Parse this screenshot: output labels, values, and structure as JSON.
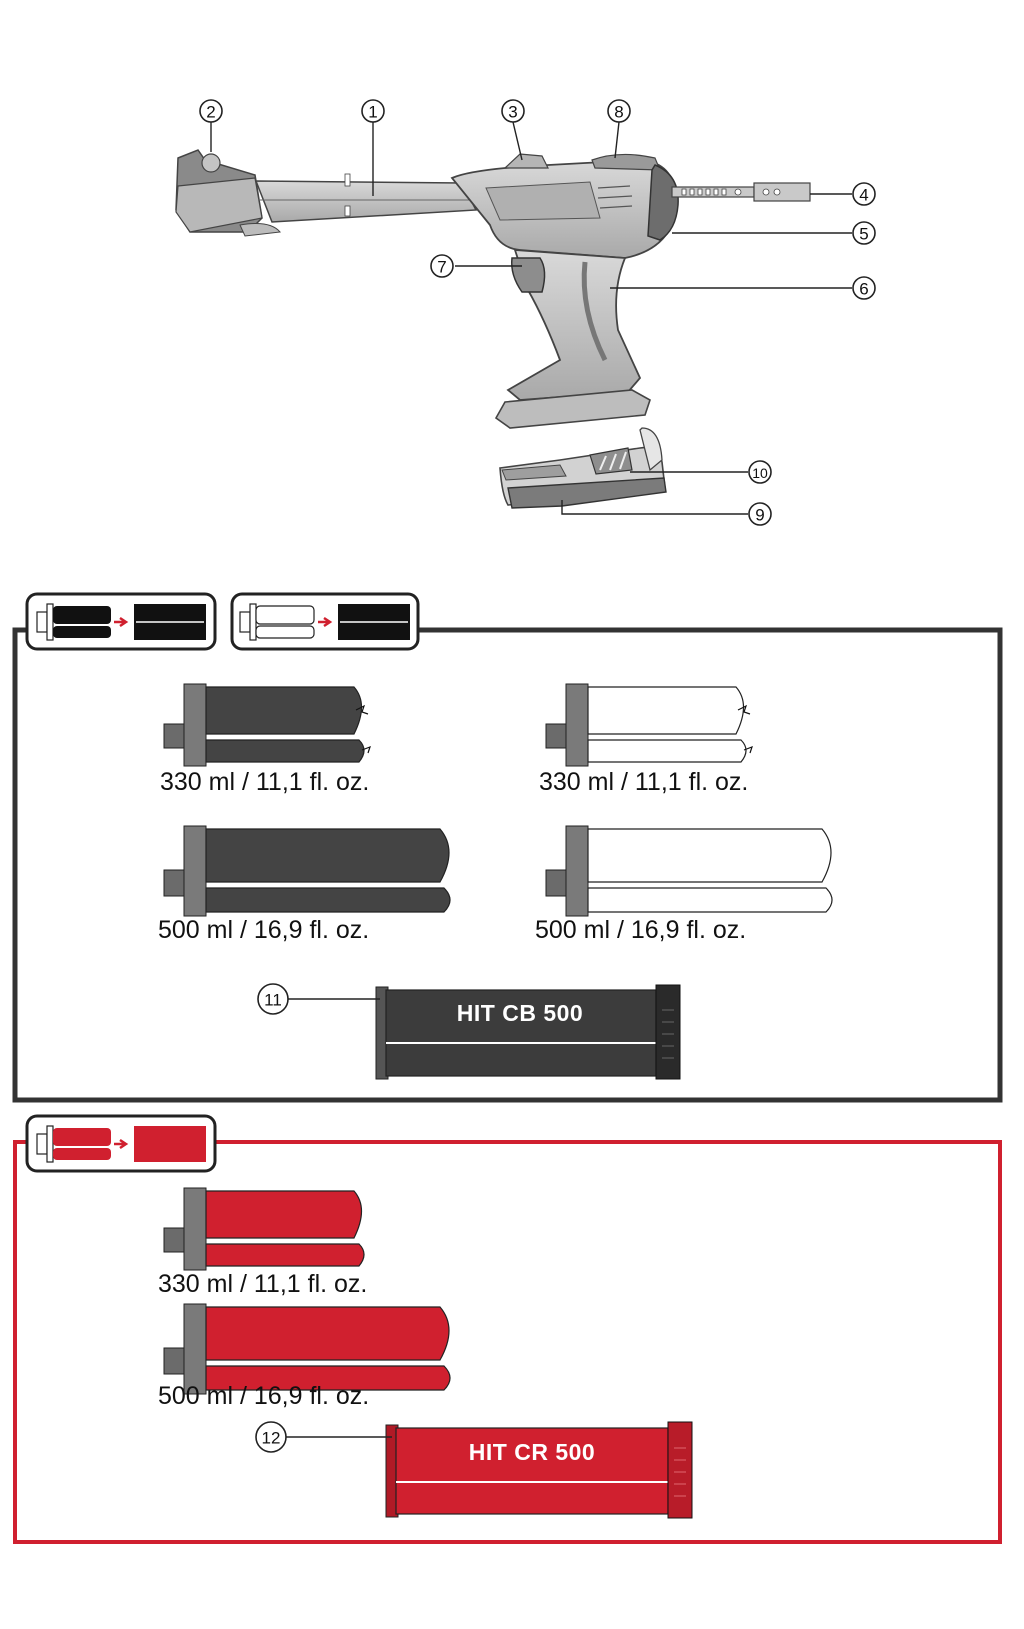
{
  "tool_callouts": [
    {
      "id": "callout-1",
      "label": "1"
    },
    {
      "id": "callout-2",
      "label": "2"
    },
    {
      "id": "callout-3",
      "label": "3"
    },
    {
      "id": "callout-4",
      "label": "4"
    },
    {
      "id": "callout-5",
      "label": "5"
    },
    {
      "id": "callout-6",
      "label": "6"
    },
    {
      "id": "callout-7",
      "label": "7"
    },
    {
      "id": "callout-8",
      "label": "8"
    },
    {
      "id": "callout-9",
      "label": "9"
    },
    {
      "id": "callout-10",
      "label": "10"
    },
    {
      "id": "callout-11",
      "label": "11"
    },
    {
      "id": "callout-12",
      "label": "12"
    }
  ],
  "black_section": {
    "color": "#333333",
    "foils": [
      {
        "caption": "330 ml / 11,1 fl. oz.",
        "fill": "black"
      },
      {
        "caption": "330 ml / 11,1 fl. oz.",
        "fill": "white"
      },
      {
        "caption": "500 ml / 16,9 fl. oz.",
        "fill": "black"
      },
      {
        "caption": "500 ml / 16,9 fl. oz.",
        "fill": "white"
      }
    ],
    "cassette_label": "HIT CB 500"
  },
  "red_section": {
    "color": "#d0202f",
    "foils": [
      {
        "caption": "330 ml / 11,1 fl. oz.",
        "fill": "red"
      },
      {
        "caption": "500 ml / 16,9 fl. oz.",
        "fill": "red"
      }
    ],
    "cassette_label": "HIT CR 500"
  }
}
